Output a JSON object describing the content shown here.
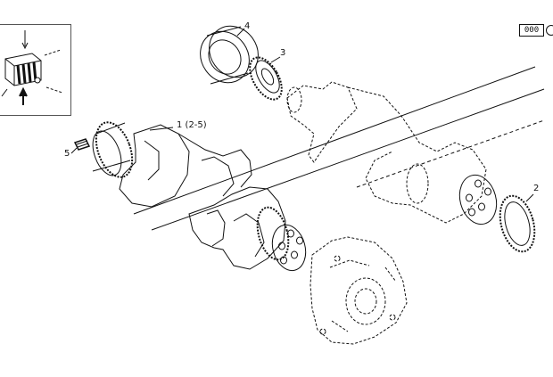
{
  "callouts": {
    "c1": "1  (2-5)",
    "c2": "2",
    "c3": "3",
    "c4": "4",
    "c5": "5"
  },
  "header": {
    "page_box": "000"
  },
  "colors": {
    "line": "#111111",
    "paper": "#ffffff"
  },
  "icons": {
    "thumbnail": "engine-block-thumbnail-icon",
    "page_circle": "circle-mark-icon"
  }
}
